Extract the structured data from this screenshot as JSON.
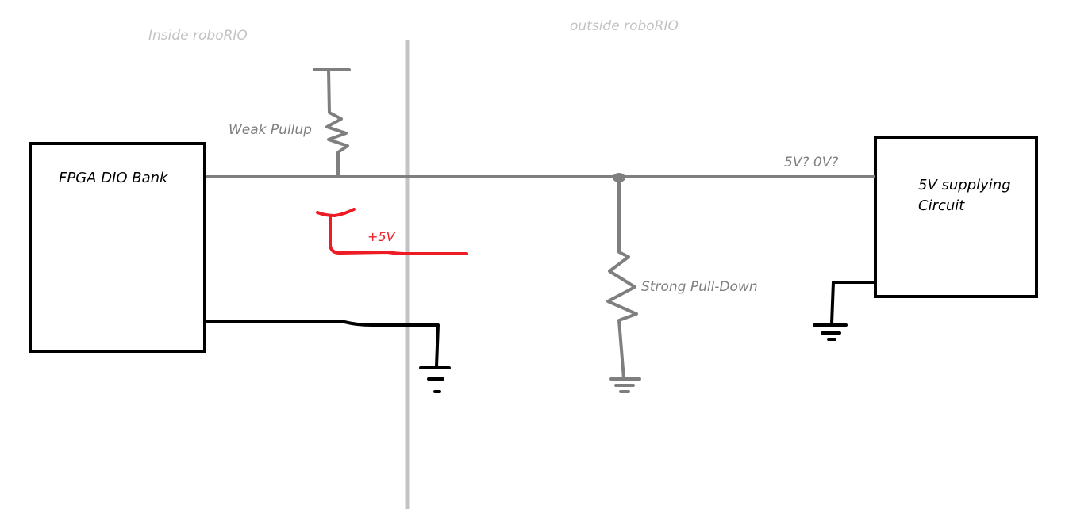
{
  "regions": {
    "inside_label": "Inside roboRIO",
    "outside_label": "outside roboRIO"
  },
  "components": {
    "fpga_label": "FPGA DIO Bank",
    "circuit_label_line1": "5V supplying",
    "circuit_label_line2": "Circuit",
    "weak_pullup_label": "Weak Pullup",
    "strong_pulldown_label": "Strong Pull-Down",
    "plus5v_label": "+5V",
    "signal_label": "5V? 0V?"
  },
  "colors": {
    "box": "#000000",
    "signal_wire": "#7f7f7f",
    "boundary": "#c3c3c3",
    "plus5v": "#ed1c24"
  }
}
